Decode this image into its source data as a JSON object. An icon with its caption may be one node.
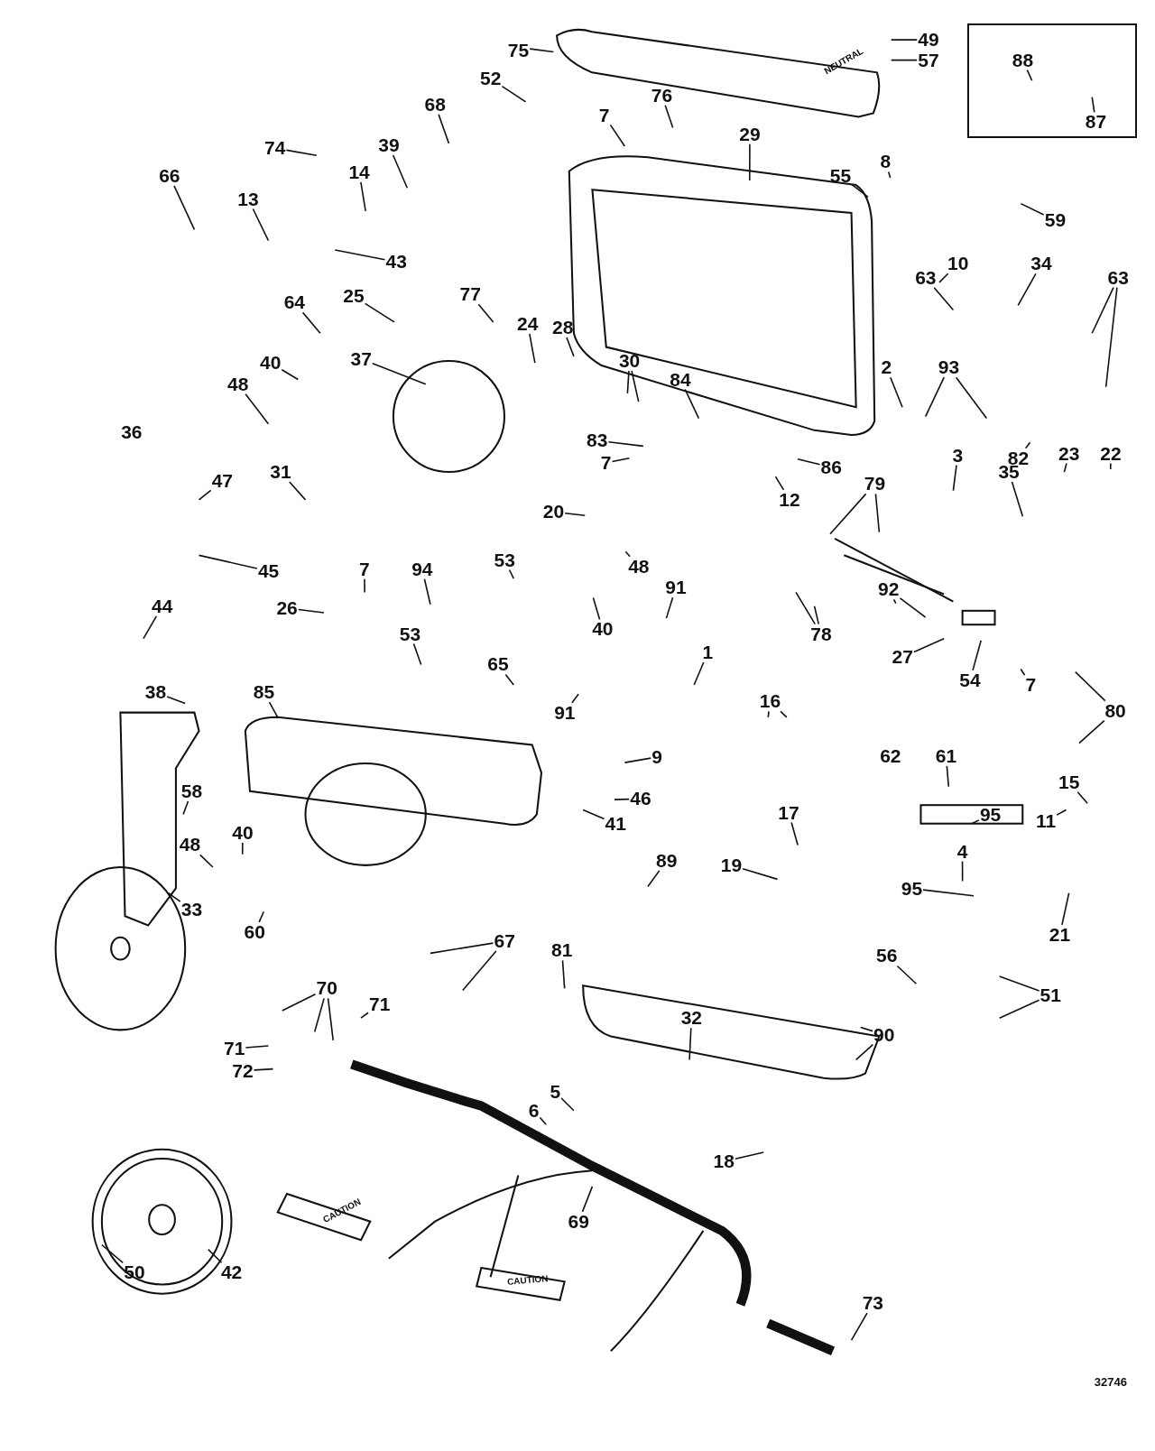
{
  "diagram": {
    "nodes": [
      {
        "text": [],
        "shape": "box"
      },
      {
        "text": [
          "75"
        ]
      },
      {
        "text": [
          "49"
        ]
      },
      {
        "text": [
          "57"
        ]
      },
      {
        "text": [
          "88"
        ],
        "in": 0
      },
      {
        "text": [
          "87"
        ],
        "in": 0
      },
      {
        "text": [
          "52"
        ]
      },
      {
        "text": [
          "76"
        ]
      },
      {
        "text": [
          "68"
        ]
      },
      {
        "text": [
          "7"
        ]
      },
      {
        "text": [
          "29"
        ]
      },
      {
        "text": [
          "74"
        ]
      },
      {
        "text": [
          "39"
        ]
      },
      {
        "text": [
          "8"
        ]
      },
      {
        "text": [
          "14"
        ]
      },
      {
        "text": [
          "55"
        ]
      },
      {
        "text": [
          "66"
        ]
      },
      {
        "text": [
          "13"
        ]
      },
      {
        "text": [
          "59"
        ]
      },
      {
        "text": [
          "43"
        ]
      },
      {
        "text": [
          "10"
        ]
      },
      {
        "text": [
          "34"
        ]
      },
      {
        "text": [
          "63"
        ]
      },
      {
        "text": [
          "63"
        ]
      },
      {
        "text": [
          "25"
        ]
      },
      {
        "text": [
          "77"
        ]
      },
      {
        "text": [
          "64"
        ]
      },
      {
        "text": [
          "24"
        ]
      },
      {
        "text": [
          "28"
        ]
      },
      {
        "text": [
          "37"
        ]
      },
      {
        "text": [
          "30"
        ]
      },
      {
        "text": [
          "40"
        ]
      },
      {
        "text": [
          "2"
        ]
      },
      {
        "text": [
          "93"
        ]
      },
      {
        "text": [
          "84"
        ]
      },
      {
        "text": [
          "48"
        ]
      },
      {
        "text": [
          "83"
        ]
      },
      {
        "text": [
          "3"
        ]
      },
      {
        "text": [
          "82"
        ]
      },
      {
        "text": [
          "23"
        ]
      },
      {
        "text": [
          "22"
        ]
      },
      {
        "text": [
          "7"
        ]
      },
      {
        "text": [
          "86"
        ]
      },
      {
        "text": [
          "35"
        ]
      },
      {
        "text": [
          "31"
        ]
      },
      {
        "text": [
          "47"
        ]
      },
      {
        "text": [
          "79"
        ]
      },
      {
        "text": [
          "12"
        ]
      },
      {
        "text": [
          "20"
        ]
      },
      {
        "text": [
          "53"
        ]
      },
      {
        "text": [
          "7"
        ]
      },
      {
        "text": [
          "94"
        ]
      },
      {
        "text": [
          "45"
        ]
      },
      {
        "text": [
          "48"
        ]
      },
      {
        "text": [
          "91"
        ]
      },
      {
        "text": [
          "92"
        ]
      },
      {
        "text": [
          "44"
        ]
      },
      {
        "text": [
          "26"
        ]
      },
      {
        "text": [
          "40"
        ]
      },
      {
        "text": [
          "78"
        ]
      },
      {
        "text": [
          "53"
        ]
      },
      {
        "text": [
          "1"
        ]
      },
      {
        "text": [
          "27"
        ]
      },
      {
        "text": [
          "65"
        ]
      },
      {
        "text": [
          "54"
        ]
      },
      {
        "text": [
          "7"
        ]
      },
      {
        "text": [
          "38"
        ]
      },
      {
        "text": [
          "85"
        ]
      },
      {
        "text": [
          "16"
        ]
      },
      {
        "text": [
          "80"
        ]
      },
      {
        "text": [
          "91"
        ]
      },
      {
        "text": [
          "9"
        ]
      },
      {
        "text": [
          "61"
        ]
      },
      {
        "text": [
          "15"
        ]
      },
      {
        "text": [
          "58"
        ]
      },
      {
        "text": [
          "46"
        ]
      },
      {
        "text": [
          "95"
        ]
      },
      {
        "text": [
          "11"
        ]
      },
      {
        "text": [
          "17"
        ]
      },
      {
        "text": [
          "41"
        ]
      },
      {
        "text": [
          "40"
        ]
      },
      {
        "text": [
          "48"
        ]
      },
      {
        "text": [
          "4"
        ]
      },
      {
        "text": [
          "89"
        ]
      },
      {
        "text": [
          "19"
        ]
      },
      {
        "text": [
          "95"
        ]
      },
      {
        "text": [
          "33"
        ]
      },
      {
        "text": [
          "60"
        ]
      },
      {
        "text": [
          "21"
        ]
      },
      {
        "text": [
          "67"
        ]
      },
      {
        "text": [
          "81"
        ]
      },
      {
        "text": [
          "56"
        ]
      },
      {
        "text": [
          "70"
        ]
      },
      {
        "text": [
          "51"
        ]
      },
      {
        "text": [
          "71"
        ]
      },
      {
        "text": [
          "32"
        ]
      },
      {
        "text": [
          "90"
        ]
      },
      {
        "text": [
          "71"
        ]
      },
      {
        "text": [
          "72"
        ]
      },
      {
        "text": [
          "5"
        ]
      },
      {
        "text": [
          "6"
        ]
      },
      {
        "text": [
          "18"
        ]
      },
      {
        "text": [
          "69"
        ]
      },
      {
        "text": [
          "50"
        ]
      },
      {
        "text": [
          "42"
        ]
      },
      {
        "text": [
          "73"
        ]
      },
      {
        "text": [
          "NEUTRAL"
        ]
      }
    ],
    "edges": [
      {
        "from": 1,
        "to": 106,
        "arrow": "none"
      },
      {
        "from": 2,
        "to": null,
        "arrow": "none"
      },
      {
        "from": 3,
        "to": null,
        "arrow": "none"
      },
      {
        "from": 4,
        "to": null,
        "arrow": "none"
      },
      {
        "from": 5,
        "to": null,
        "arrow": "none"
      },
      {
        "from": 6,
        "to": null,
        "arrow": "none"
      },
      {
        "from": 7,
        "to": null,
        "arrow": "none"
      },
      {
        "from": 8,
        "to": null,
        "arrow": "none"
      },
      {
        "from": 9,
        "to": null,
        "arrow": "none"
      },
      {
        "from": 10,
        "to": null,
        "arrow": "none"
      },
      {
        "from": 11,
        "to": null,
        "arrow": "none"
      },
      {
        "from": 12,
        "to": null,
        "arrow": "none"
      },
      {
        "from": 13,
        "to": null,
        "arrow": "none"
      },
      {
        "from": 14,
        "to": null,
        "arrow": "none"
      },
      {
        "from": 15,
        "to": null,
        "arrow": "none"
      },
      {
        "from": 16,
        "to": null,
        "arrow": "none"
      },
      {
        "from": 17,
        "to": null,
        "arrow": "none"
      },
      {
        "from": 18,
        "to": null,
        "arrow": "none"
      },
      {
        "from": 19,
        "to": null,
        "arrow": "none"
      },
      {
        "from": 20,
        "to": null,
        "arrow": "none"
      },
      {
        "from": 21,
        "to": null,
        "arrow": "none"
      },
      {
        "from": 22,
        "to": null,
        "arrow": "none"
      },
      {
        "from": 23,
        "to": null,
        "arrow": "none"
      },
      {
        "from": 23,
        "to": null,
        "arrow": "none"
      },
      {
        "from": 24,
        "to": null,
        "arrow": "none"
      },
      {
        "from": 25,
        "to": null,
        "arrow": "none"
      },
      {
        "from": 26,
        "to": null,
        "arrow": "none"
      },
      {
        "from": 27,
        "to": null,
        "arrow": "none"
      },
      {
        "from": 28,
        "to": null,
        "arrow": "none"
      },
      {
        "from": 29,
        "to": null,
        "arrow": "none"
      },
      {
        "from": 30,
        "to": null,
        "arrow": "none"
      },
      {
        "from": 30,
        "to": null,
        "arrow": "none"
      },
      {
        "from": 31,
        "to": null,
        "arrow": "none"
      },
      {
        "from": 32,
        "to": null,
        "arrow": "none"
      },
      {
        "from": 33,
        "to": null,
        "arrow": "none"
      },
      {
        "from": 33,
        "to": null,
        "arrow": "none"
      },
      {
        "from": 34,
        "to": null,
        "arrow": "none"
      },
      {
        "from": 35,
        "to": null,
        "arrow": "none"
      },
      {
        "from": 36,
        "to": null,
        "arrow": "none"
      },
      {
        "from": 37,
        "to": null,
        "arrow": "none"
      },
      {
        "from": 38,
        "to": null,
        "arrow": "none"
      },
      {
        "from": 39,
        "to": null,
        "arrow": "none"
      },
      {
        "from": 40,
        "to": null,
        "arrow": "none"
      },
      {
        "from": 41,
        "to": null,
        "arrow": "none"
      },
      {
        "from": 42,
        "to": null,
        "arrow": "none"
      },
      {
        "from": 43,
        "to": null,
        "arrow": "none"
      },
      {
        "from": 44,
        "to": null,
        "arrow": "none"
      },
      {
        "from": 45,
        "to": null,
        "arrow": "none"
      },
      {
        "from": 46,
        "to": null,
        "arrow": "none"
      },
      {
        "from": 46,
        "to": null,
        "arrow": "none"
      },
      {
        "from": 47,
        "to": null,
        "arrow": "none"
      },
      {
        "from": 48,
        "to": null,
        "arrow": "none"
      },
      {
        "from": 49,
        "to": null,
        "arrow": "none"
      },
      {
        "from": 50,
        "to": null,
        "arrow": "none"
      },
      {
        "from": 51,
        "to": null,
        "arrow": "none"
      },
      {
        "from": 52,
        "to": null,
        "arrow": "none"
      },
      {
        "from": 53,
        "to": null,
        "arrow": "none"
      },
      {
        "from": 54,
        "to": null,
        "arrow": "none"
      },
      {
        "from": 55,
        "to": null,
        "arrow": "none"
      },
      {
        "from": 55,
        "to": null,
        "arrow": "none"
      },
      {
        "from": 56,
        "to": null,
        "arrow": "none"
      },
      {
        "from": 57,
        "to": null,
        "arrow": "none"
      },
      {
        "from": 58,
        "to": null,
        "arrow": "none"
      },
      {
        "from": 59,
        "to": null,
        "arrow": "none"
      },
      {
        "from": 59,
        "to": null,
        "arrow": "none"
      },
      {
        "from": 60,
        "to": null,
        "arrow": "none"
      },
      {
        "from": 61,
        "to": null,
        "arrow": "none"
      },
      {
        "from": 62,
        "to": null,
        "arrow": "none"
      },
      {
        "from": 63,
        "to": null,
        "arrow": "none"
      },
      {
        "from": 64,
        "to": null,
        "arrow": "none"
      },
      {
        "from": 65,
        "to": null,
        "arrow": "none"
      },
      {
        "from": 66,
        "to": null,
        "arrow": "none"
      },
      {
        "from": 67,
        "to": null,
        "arrow": "none"
      },
      {
        "from": 68,
        "to": null,
        "arrow": "none"
      },
      {
        "from": 68,
        "to": null,
        "arrow": "none"
      },
      {
        "from": 69,
        "to": null,
        "arrow": "none"
      },
      {
        "from": 69,
        "to": null,
        "arrow": "none"
      },
      {
        "from": 70,
        "to": null,
        "arrow": "none"
      },
      {
        "from": 71,
        "to": null,
        "arrow": "none"
      },
      {
        "from": 72,
        "to": null,
        "arrow": "none"
      },
      {
        "from": 73,
        "to": null,
        "arrow": "none"
      },
      {
        "from": 74,
        "to": null,
        "arrow": "none"
      },
      {
        "from": 75,
        "to": null,
        "arrow": "none"
      },
      {
        "from": 76,
        "to": null,
        "arrow": "none"
      },
      {
        "from": 77,
        "to": null,
        "arrow": "none"
      },
      {
        "from": 78,
        "to": null,
        "arrow": "none"
      },
      {
        "from": 79,
        "to": null,
        "arrow": "none"
      },
      {
        "from": 80,
        "to": null,
        "arrow": "none"
      },
      {
        "from": 81,
        "to": null,
        "arrow": "none"
      },
      {
        "from": 82,
        "to": null,
        "arrow": "none"
      },
      {
        "from": 83,
        "to": null,
        "arrow": "none"
      },
      {
        "from": 84,
        "to": null,
        "arrow": "none"
      },
      {
        "from": 85,
        "to": null,
        "arrow": "none"
      },
      {
        "from": 86,
        "to": null,
        "arrow": "none"
      },
      {
        "from": 87,
        "to": null,
        "arrow": "none"
      },
      {
        "from": 88,
        "to": null,
        "arrow": "none"
      },
      {
        "from": 89,
        "to": null,
        "arrow": "none"
      },
      {
        "from": 89,
        "to": null,
        "arrow": "none"
      },
      {
        "from": 90,
        "to": null,
        "arrow": "none"
      },
      {
        "from": 91,
        "to": null,
        "arrow": "none"
      },
      {
        "from": 92,
        "to": null,
        "arrow": "none"
      },
      {
        "from": 92,
        "to": null,
        "arrow": "none"
      },
      {
        "from": 92,
        "to": null,
        "arrow": "none"
      },
      {
        "from": 93,
        "to": null,
        "arrow": "none"
      },
      {
        "from": 93,
        "to": null,
        "arrow": "none"
      },
      {
        "from": 94,
        "to": null,
        "arrow": "none"
      },
      {
        "from": 95,
        "to": null,
        "arrow": "none"
      },
      {
        "from": 96,
        "to": null,
        "arrow": "none"
      },
      {
        "from": 96,
        "to": null,
        "arrow": "none"
      },
      {
        "from": 97,
        "to": null,
        "arrow": "none"
      },
      {
        "from": 98,
        "to": null,
        "arrow": "none"
      },
      {
        "from": 99,
        "to": null,
        "arrow": "none"
      },
      {
        "from": 100,
        "to": null,
        "arrow": "none"
      },
      {
        "from": 101,
        "to": null,
        "arrow": "none"
      },
      {
        "from": 102,
        "to": null,
        "arrow": "none"
      },
      {
        "from": 103,
        "to": null,
        "arrow": "none"
      },
      {
        "from": 104,
        "to": null,
        "arrow": "none"
      },
      {
        "from": 105,
        "to": null,
        "arrow": "none"
      }
    ],
    "labels": [
      "36",
      "62",
      "CAUTION",
      "CAUTION",
      "32746"
    ]
  }
}
